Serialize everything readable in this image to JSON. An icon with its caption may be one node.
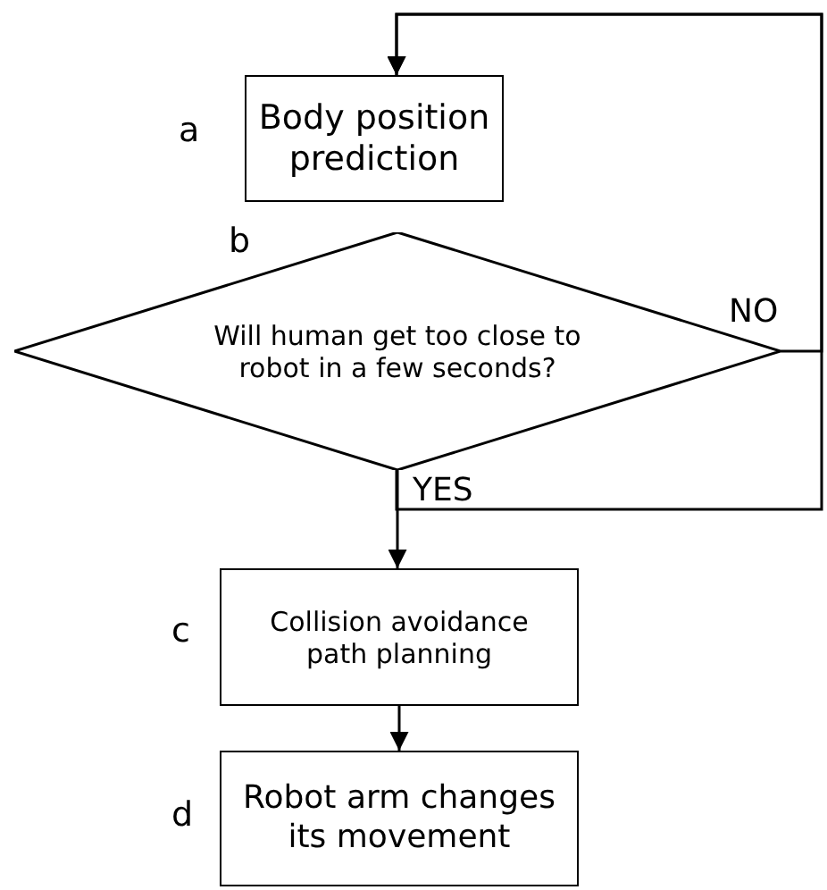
{
  "diagram": {
    "nodes": [
      {
        "text": [
          "Body position prediction"
        ],
        "beside": [
          "a"
        ]
      },
      {
        "text": [
          "Will human get too close to robot in a few seconds?"
        ],
        "beside": [
          "b"
        ]
      },
      {
        "text": [
          "Collision avoidance path planning"
        ],
        "beside": [
          "c"
        ]
      },
      {
        "text": [
          "Robot arm changes its movement"
        ],
        "beside": [
          "d"
        ]
      }
    ],
    "edges": [
      {
        "from": 1,
        "to": 0,
        "arrow": "to",
        "label": "NO"
      },
      {
        "from": 1,
        "to": 2,
        "arrow": "to",
        "label": "YES"
      },
      {
        "from": 1,
        "to": 0,
        "arrow": "to"
      },
      {
        "from": 2,
        "to": 3,
        "arrow": "to"
      }
    ]
  }
}
